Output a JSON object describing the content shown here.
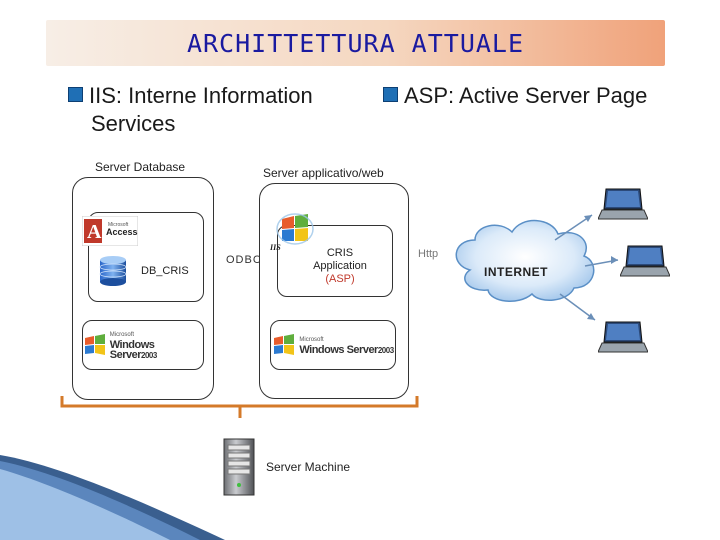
{
  "title": "ARCHITTETTURA ATTUALE",
  "bullets": {
    "iis_line1": "IIS: Interne Information",
    "iis_line2": "Services",
    "asp": "ASP: Active Server Page"
  },
  "labels": {
    "server_database": "Server Database",
    "server_app": "Server applicativo/web",
    "db_name": "DB_CRIS",
    "access_brand": "Microsoft",
    "access_name": "Access",
    "odbc": "ODBC",
    "cris_app_1": "CRIS",
    "cris_app_2": "Application",
    "cris_app_3": "(ASP)",
    "iis_logo": "IIS",
    "http": "Http",
    "internet": "INTERNET",
    "server_machine": "Server Machine",
    "win_brand": "Microsoft",
    "win_server": "Windows Server",
    "win_year": "2003"
  },
  "colors": {
    "title_text": "#1a1aa0",
    "bracket": "#d47a2a",
    "asp_red": "#c0392b",
    "cloud": "#cfe3f7"
  }
}
